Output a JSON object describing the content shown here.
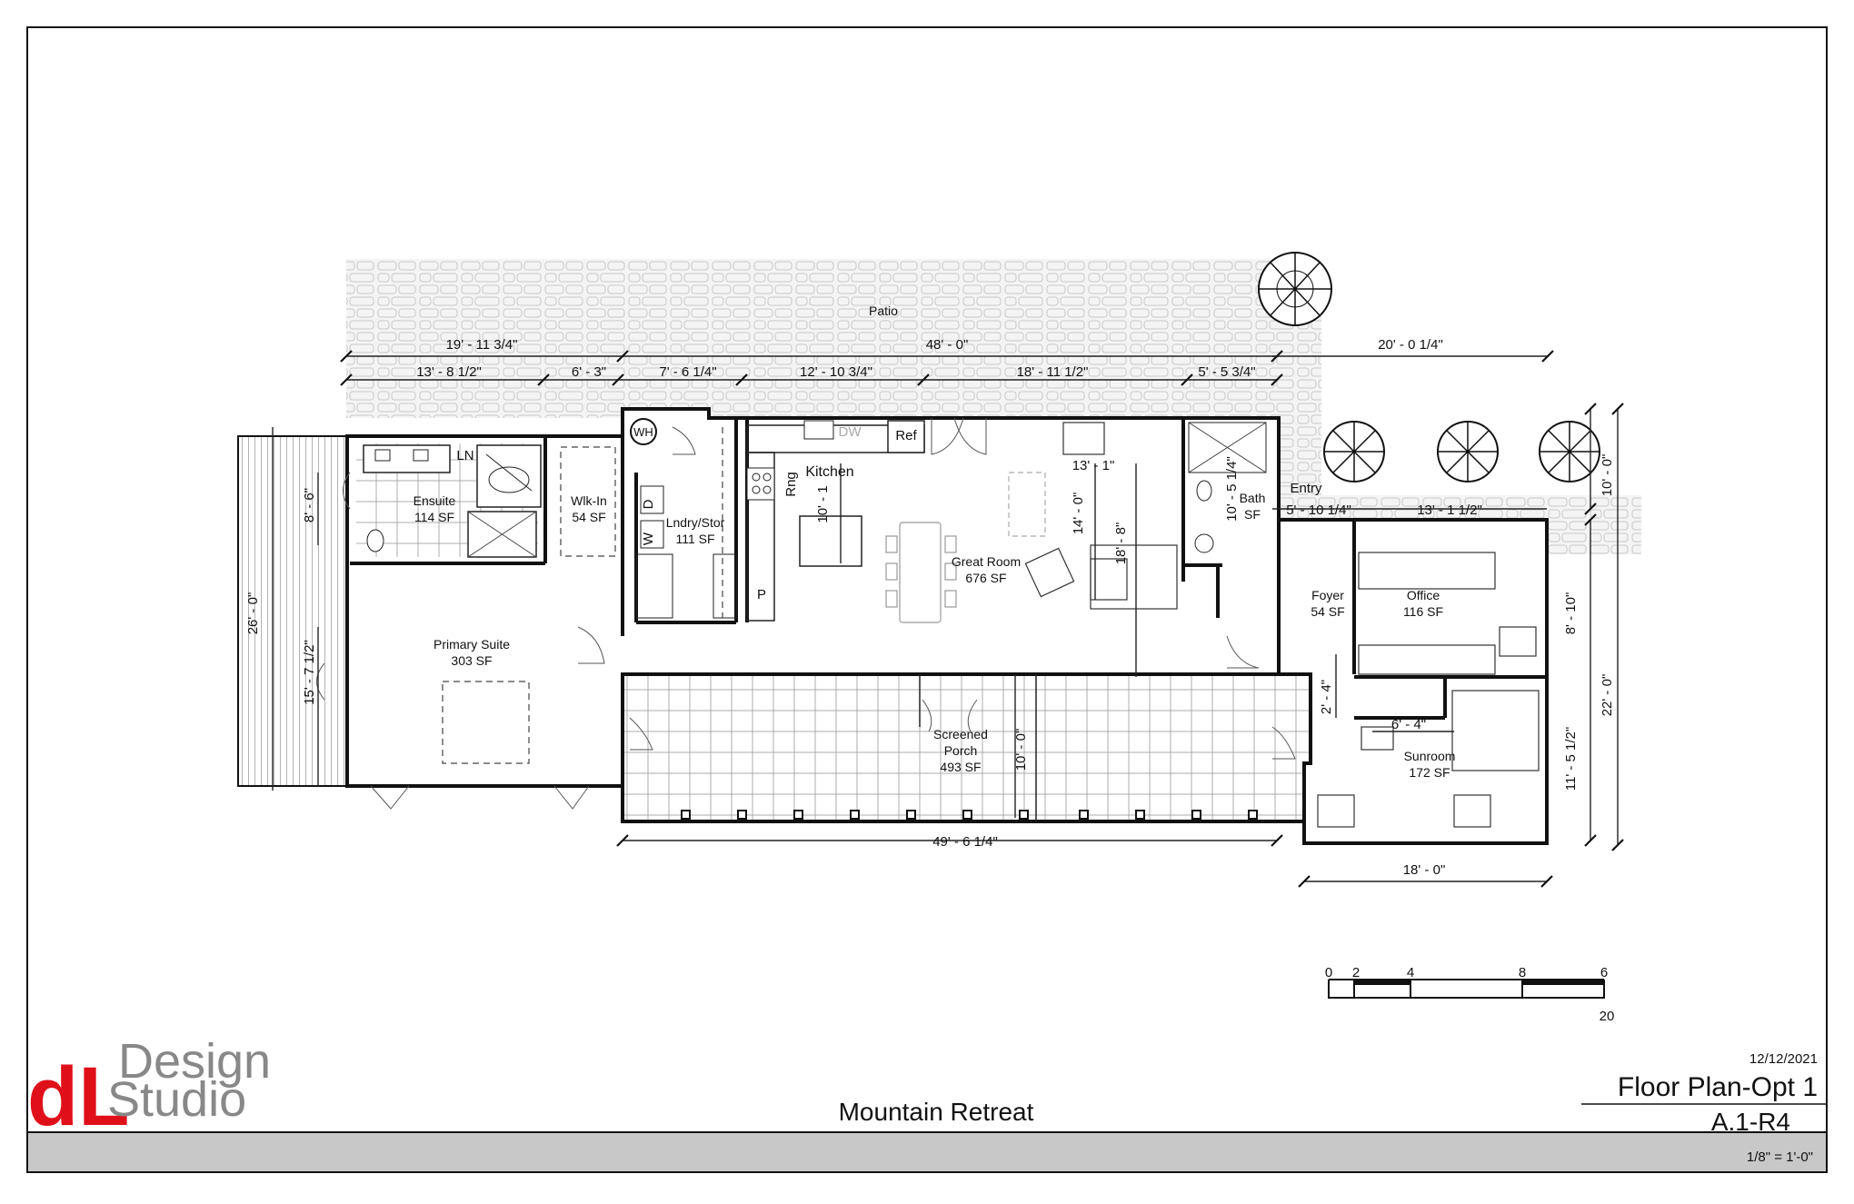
{
  "sheet": {
    "project_title": "Mountain Retreat",
    "date": "12/12/2021",
    "sheet_title": "Floor Plan-Opt 1",
    "sheet_number": "A.1-R4",
    "scale_note": "1/8\" = 1'-0\""
  },
  "logo": {
    "mark": "dL",
    "line1": "Design",
    "line2": "Studio"
  },
  "rooms": {
    "patio": {
      "name": "Patio"
    },
    "ensuite": {
      "name": "Ensuite",
      "area": "114 SF"
    },
    "walkin": {
      "name": "Wlk-In",
      "area": "54 SF"
    },
    "laundry": {
      "name": "Lndry/Stor",
      "area": "111 SF"
    },
    "kitchen": {
      "name": "Kitchen"
    },
    "great_room": {
      "name": "Great Room",
      "area": "676 SF"
    },
    "bath": {
      "name": "Bath",
      "area": "SF"
    },
    "entry": {
      "name": "Entry"
    },
    "foyer": {
      "name": "Foyer",
      "area": "54 SF"
    },
    "office": {
      "name": "Office",
      "area": "116 SF"
    },
    "primary_suite": {
      "name": "Primary Suite",
      "area": "303 SF"
    },
    "screened_porch": {
      "name": "Screened",
      "name2": "Porch",
      "area": "493 SF"
    },
    "sunroom": {
      "name": "Sunroom",
      "area": "172 SF"
    }
  },
  "fixtures": {
    "wh": "WH",
    "dw": "DW",
    "ref": "Ref",
    "rng": "Rng",
    "ln": "LN",
    "w": "W",
    "d": "D",
    "p": "P"
  },
  "dimensions": {
    "d_19_11": "19' - 11 3/4\"",
    "d_48": "48' - 0\"",
    "d_20_0": "20' - 0 1/4\"",
    "d_13_8": "13' - 8 1/2\"",
    "d_6_3": "6' - 3\"",
    "d_7_6": "7' - 6 1/4\"",
    "d_12_10": "12' - 10 3/4\"",
    "d_18_11": "18' - 11 1/2\"",
    "d_5_5": "5' - 5 3/4\"",
    "d_13_1a": "13' - 1\"",
    "d_5_10": "5' - 10 1/4\"",
    "d_13_1b": "13' - 1 1/2\"",
    "d_6_4": "6' - 4\"",
    "d_49_6": "49' - 6 1/4\"",
    "d_18_0": "18' - 0\"",
    "v_8_6": "8' - 6\"",
    "v_26_0": "26' - 0\"",
    "v_15_7": "15' - 7 1/2\"",
    "v_10_1": "10' - 1",
    "v_14_0": "14' - 0\"",
    "v_18_8": "18' - 8\"",
    "v_10_5": "10' - 5 1/4\"",
    "v_10_0a": "10' - 0\"",
    "v_10_0b": "10' - 0\"",
    "v_8_10": "8' - 10\"",
    "v_22_0": "22' - 0\"",
    "v_2_4": "2' - 4\"",
    "v_11_5": "11' - 5 1/2\""
  },
  "scale_bar": {
    "labels": [
      "0",
      "2",
      "4",
      "8",
      "6"
    ],
    "sub_label": "20"
  }
}
